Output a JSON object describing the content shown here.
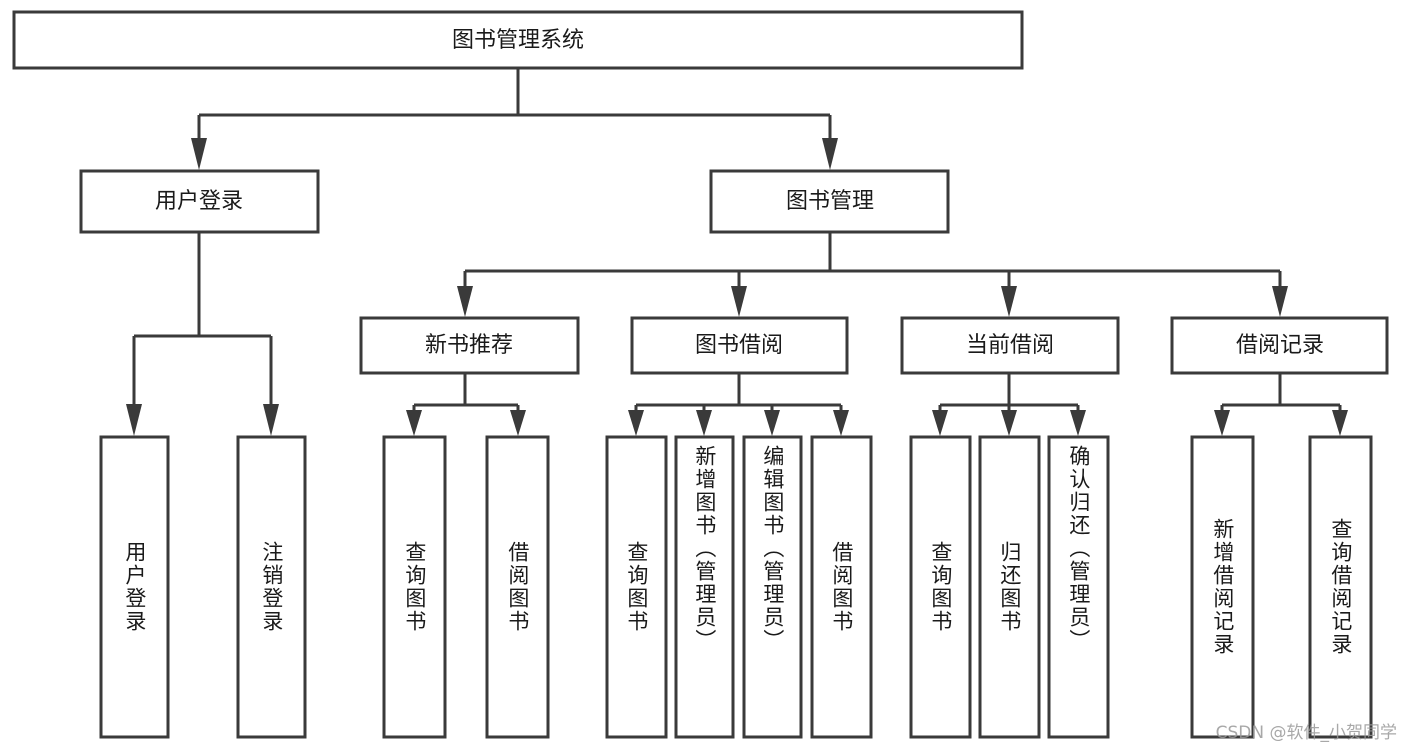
{
  "diagram": {
    "type": "tree",
    "title": "图书管理系统",
    "watermark": "CSDN @软件_小贺同学",
    "colors": {
      "box_stroke": "#3a3a3a",
      "box_fill": "#ffffff",
      "connector": "#3a3a3a",
      "text": "#1a1a1a",
      "background": "#ffffff",
      "watermark": "#9a9a9a"
    },
    "nodes": {
      "root": {
        "label": "图书管理系统"
      },
      "level2": [
        {
          "id": "user-login",
          "label": "用户登录"
        },
        {
          "id": "book-manage",
          "label": "图书管理"
        }
      ],
      "level3": [
        {
          "id": "new-book-recommend",
          "label": "新书推荐"
        },
        {
          "id": "book-borrow",
          "label": "图书借阅"
        },
        {
          "id": "current-borrow",
          "label": "当前借阅"
        },
        {
          "id": "borrow-record",
          "label": "借阅记录"
        }
      ],
      "leaves": [
        {
          "id": "leaf-user-login",
          "label": "用户登录",
          "parent": "user-login"
        },
        {
          "id": "leaf-logout",
          "label": "注销登录",
          "parent": "user-login"
        },
        {
          "id": "leaf-query-book-1",
          "label": "查询图书",
          "parent": "new-book-recommend"
        },
        {
          "id": "leaf-borrow-book-1",
          "label": "借阅图书",
          "parent": "new-book-recommend"
        },
        {
          "id": "leaf-query-book-2",
          "label": "查询图书",
          "parent": "book-borrow"
        },
        {
          "id": "leaf-add-book",
          "label": "新增图书（管理员）",
          "parent": "book-borrow"
        },
        {
          "id": "leaf-edit-book",
          "label": "编辑图书（管理员）",
          "parent": "book-borrow"
        },
        {
          "id": "leaf-borrow-book-2",
          "label": "借阅图书",
          "parent": "book-borrow"
        },
        {
          "id": "leaf-query-book-3",
          "label": "查询图书",
          "parent": "current-borrow"
        },
        {
          "id": "leaf-return-book",
          "label": "归还图书",
          "parent": "current-borrow"
        },
        {
          "id": "leaf-confirm-return",
          "label": "确认归还（管理员）",
          "parent": "current-borrow"
        },
        {
          "id": "leaf-add-record",
          "label": "新增借阅记录",
          "parent": "borrow-record"
        },
        {
          "id": "leaf-query-record",
          "label": "查询借阅记录",
          "parent": "borrow-record"
        }
      ]
    }
  }
}
